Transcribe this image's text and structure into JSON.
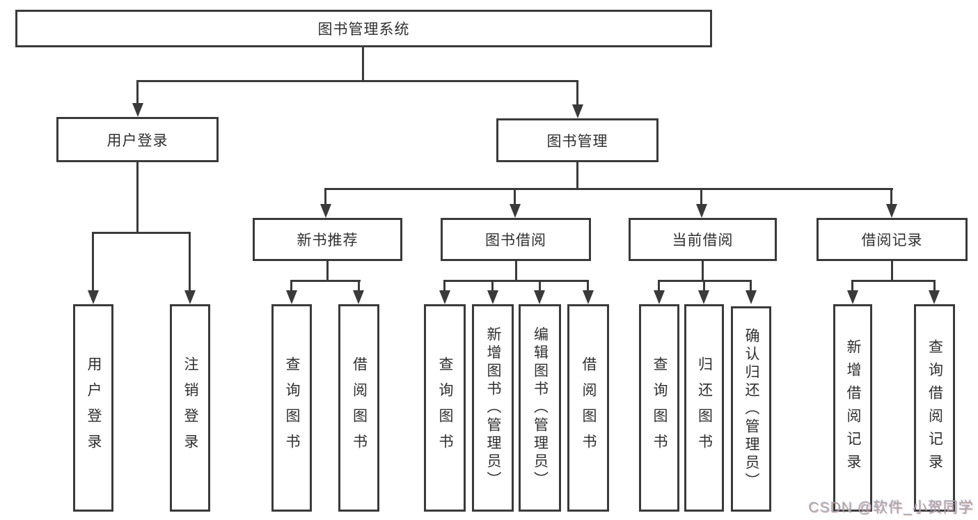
{
  "diagram": {
    "root": {
      "label": "图书管理系统"
    },
    "level2": [
      {
        "label": "用户登录"
      },
      {
        "label": "图书管理"
      }
    ],
    "level3": [
      {
        "label": "新书推荐"
      },
      {
        "label": "图书借阅"
      },
      {
        "label": "当前借阅"
      },
      {
        "label": "借阅记录"
      }
    ],
    "leaves": [
      {
        "label": "用户登录",
        "parent": "用户登录"
      },
      {
        "label": "注销登录",
        "parent": "用户登录"
      },
      {
        "label": "查询图书",
        "parent": "新书推荐"
      },
      {
        "label": "借阅图书",
        "parent": "新书推荐"
      },
      {
        "label": "查询图书",
        "parent": "图书借阅"
      },
      {
        "label": "新增图书（管理员）",
        "parent": "图书借阅"
      },
      {
        "label": "编辑图书（管理员）",
        "parent": "图书借阅"
      },
      {
        "label": "借阅图书",
        "parent": "图书借阅"
      },
      {
        "label": "查询图书",
        "parent": "当前借阅"
      },
      {
        "label": "归还图书",
        "parent": "当前借阅"
      },
      {
        "label": "确认归还（管理员）",
        "parent": "当前借阅"
      },
      {
        "label": "新增借阅记录",
        "parent": "借阅记录"
      },
      {
        "label": "查询借阅记录",
        "parent": "借阅记录"
      }
    ],
    "colors": {
      "line": "#3a3a3a",
      "text": "#2f2f2f",
      "background": "#ffffff"
    }
  },
  "watermark": {
    "text": "CSDN @软件_小贺同学"
  }
}
